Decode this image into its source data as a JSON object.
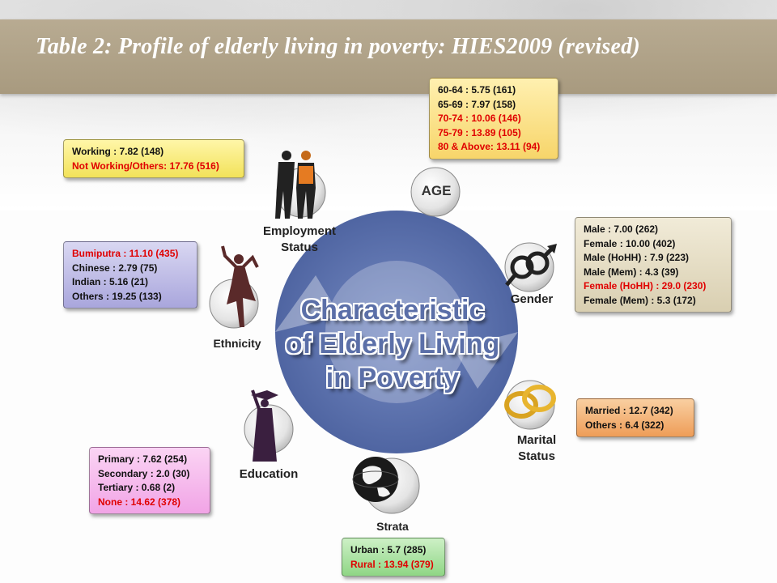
{
  "title": "Table 2: Profile of elderly living in poverty: HIES2009 (revised)",
  "center_title": "Characteristic\nof Elderly Living\nin Poverty",
  "labels": {
    "age": "AGE",
    "employment": "Employment\nStatus",
    "gender": "Gender",
    "ethnicity": "Ethnicity",
    "marital": "Marital\nStatus",
    "education": "Education",
    "strata": "Strata"
  },
  "employment_box": [
    {
      "text": "Working : 7.82 (148)",
      "red": false
    },
    {
      "text": "Not Working/Others: 17.76 (516)",
      "red": true
    }
  ],
  "age_box": [
    {
      "text": "60-64 : 5.75 (161)",
      "red": false
    },
    {
      "text": "65-69 : 7.97 (158)",
      "red": false
    },
    {
      "text": "70-74 : 10.06 (146)",
      "red": true
    },
    {
      "text": "75-79 : 13.89 (105)",
      "red": true
    },
    {
      "text": "80 & Above: 13.11 (94)",
      "red": true
    }
  ],
  "gender_box": [
    {
      "text": "Male : 7.00 (262)",
      "red": false
    },
    {
      "text": "Female : 10.00 (402)",
      "red": false
    },
    {
      "text": "Male (HoHH) : 7.9 (223)",
      "red": false
    },
    {
      "text": "Male (Mem) : 4.3 (39)",
      "red": false
    },
    {
      "text": "Female (HoHH) : 29.0 (230)",
      "red": true
    },
    {
      "text": "Female (Mem) : 5.3 (172)",
      "red": false
    }
  ],
  "ethnicity_box": [
    {
      "text": "Bumiputra : 11.10 (435)",
      "red": true
    },
    {
      "text": "Chinese : 2.79 (75)",
      "red": false
    },
    {
      "text": "Indian : 5.16 (21)",
      "red": false
    },
    {
      "text": "Others : 19.25 (133)",
      "red": false
    }
  ],
  "marital_box": [
    {
      "text": "Married : 12.7 (342)",
      "red": false
    },
    {
      "text": "Others : 6.4 (322)",
      "red": false
    }
  ],
  "education_box": [
    {
      "text": "Primary : 7.62 (254)",
      "red": false
    },
    {
      "text": "Secondary : 2.0 (30)",
      "red": false
    },
    {
      "text": "Tertiary : 0.68 (2)",
      "red": false
    },
    {
      "text": "None : 14.62 (378)",
      "red": true
    }
  ],
  "strata_box": [
    {
      "text": "Urban : 5.7 (285)",
      "red": false
    },
    {
      "text": "Rural : 13.94 (379)",
      "red": true
    }
  ],
  "colors": {
    "title_bar": "#ad9f84",
    "arrow": "#4e66a6",
    "red_text": "#e00000"
  },
  "icons": [
    "workers-icon",
    "gender-symbols-icon",
    "dancer-icon",
    "wedding-rings-icon",
    "graduate-icon",
    "globe-icon",
    "cycle-arrow-icon"
  ]
}
